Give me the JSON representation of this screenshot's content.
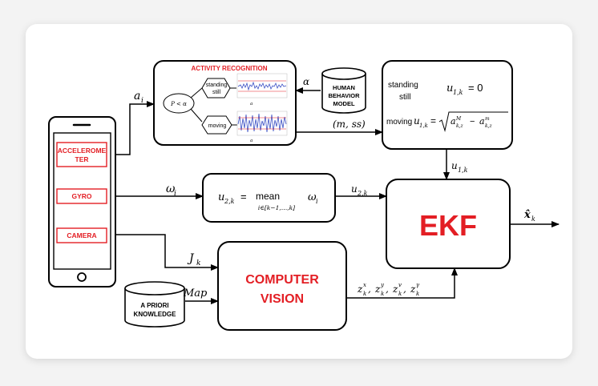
{
  "phone": {
    "sensor_1_line1": "ACCELEROME",
    "sensor_1_line2": "TER",
    "sensor_2": "GYRO",
    "sensor_3": "CAMERA"
  },
  "activity": {
    "title": "ACTIVITY RECOGNITION",
    "decision": "P < α",
    "state_still_line1": "standing",
    "state_still_line2": "still",
    "state_moving": "moving",
    "plot_label_1": "a",
    "plot_label_2": "a"
  },
  "hbm": {
    "line1": "HUMAN",
    "line2": "BEHAVIOR",
    "line3": "MODEL",
    "alpha": "α"
  },
  "u1_box": {
    "still_line1": "standing",
    "still_line2": "still",
    "still_eq": "u",
    "still_sub": "1,k",
    "still_val": "= 0",
    "moving_label": "moving",
    "moving_eq": "u",
    "moving_sub": "1,k",
    "moving_rhs": "= √(a",
    "moving_formula": "a^M_{k,z} − a^m_{k,z}"
  },
  "labels": {
    "a_i": "a",
    "a_i_sub": "i",
    "m_ss": "(m, ss)",
    "omega": "ω",
    "omega_sub": "i",
    "u2_label": "u",
    "u2_label_sub": "2,k",
    "u1_label": "u",
    "u1_label_sub": "1,k",
    "J": "J",
    "J_sub": "k",
    "map": "Map",
    "z_labels": "z",
    "x_hat": "x̂",
    "x_hat_sub": "k"
  },
  "u2_box": {
    "lhs": "u",
    "lhs_sub": "2,k",
    "eq": "=",
    "op": "mean",
    "op_sub": "i∈[k−1,…,k]",
    "arg": "ω",
    "arg_sub": "i"
  },
  "ekf": {
    "label": "EKF"
  },
  "cv": {
    "line1": "COMPUTER",
    "line2": "VISION"
  },
  "prior": {
    "line1": "A PRIORI",
    "line2": "KNOWLEDGE"
  },
  "colors": {
    "red": "#e31e24",
    "black": "#000000"
  }
}
